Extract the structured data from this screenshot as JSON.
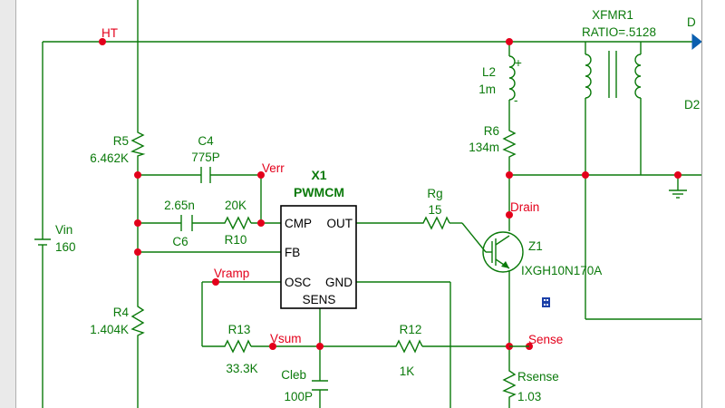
{
  "nodes": {
    "ht": "HT",
    "verr": "Verr",
    "vramp": "Vramp",
    "vsum": "Vsum",
    "drain": "Drain",
    "sense": "Sense"
  },
  "components": {
    "r5": {
      "name": "R5",
      "value": "6.462K"
    },
    "r4": {
      "name": "R4",
      "value": "1.404K"
    },
    "vin": {
      "name": "Vin",
      "value": "160"
    },
    "c4": {
      "name": "C4",
      "value": "775P"
    },
    "c6": {
      "name": "C6",
      "value": "2.65n"
    },
    "r10": {
      "name": "R10",
      "value": "20K"
    },
    "r13": {
      "name": "R13",
      "value": "33.3K"
    },
    "r12": {
      "name": "R12",
      "value": "1K"
    },
    "cleb": {
      "name": "Cleb",
      "value": "100P"
    },
    "rg": {
      "name": "Rg",
      "value": "15"
    },
    "l2": {
      "name": "L2",
      "value": "1m"
    },
    "r6": {
      "name": "R6",
      "value": "134m"
    },
    "z1": {
      "name": "Z1",
      "value": "IXGH10N170A"
    },
    "rsense": {
      "name": "Rsense",
      "value": "1.03"
    },
    "xfmr1": {
      "name": "XFMR1",
      "value": "RATIO=.5128"
    },
    "d1": {
      "name": "D"
    },
    "d2": {
      "name": "D2"
    }
  },
  "ic": {
    "name": "X1",
    "part": "PWMCM",
    "pins": {
      "cmp": "CMP",
      "out": "OUT",
      "fb": "FB",
      "osc": "OSC",
      "gnd": "GND",
      "sens": "SENS"
    }
  },
  "polarity": {
    "l2_plus": "+",
    "l2_minus": "-"
  },
  "colors": {
    "wire": "#0b7a0b",
    "node": "#e3001b",
    "ic_body": "#000000"
  }
}
